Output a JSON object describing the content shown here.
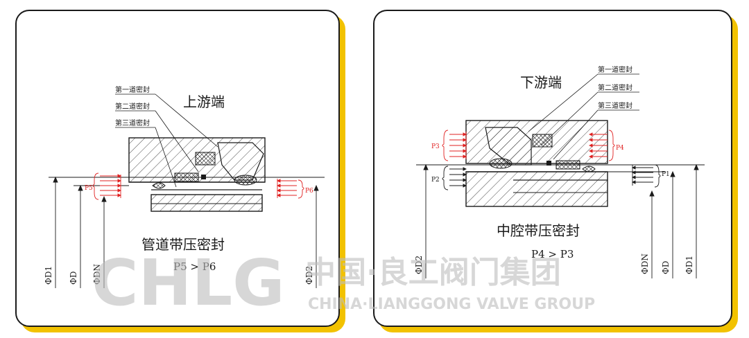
{
  "colors": {
    "accent": "#f2c200",
    "pressure": "#e02020",
    "ink": "#1a1a1a",
    "watermark": "#bdbdbd"
  },
  "left": {
    "seals": [
      "第一道密封",
      "第二道密封",
      "第三道密封"
    ],
    "end": "上游端",
    "p_left": "P5",
    "p_right": "P6",
    "title": "管道带压密封",
    "relation": "P5 > P6",
    "dims": [
      "ΦD1",
      "ΦD",
      "ΦDN",
      "ΦD2"
    ]
  },
  "right": {
    "seals": [
      "第一道密封",
      "第二道密封",
      "第三道密封"
    ],
    "end": "下游端",
    "p3": "P3",
    "p4": "P4",
    "p2": "P2",
    "p1": "P1",
    "title": "中腔带压密封",
    "relation": "P4 > P3",
    "dims": [
      "ΦD2",
      "ΦDN",
      "ΦD",
      "ΦD1"
    ]
  },
  "watermark": {
    "brand": "CHLG",
    "cn": "中国·良工阀门集团",
    "en": "CHINA·LIANGGONG VALVE GROUP"
  }
}
